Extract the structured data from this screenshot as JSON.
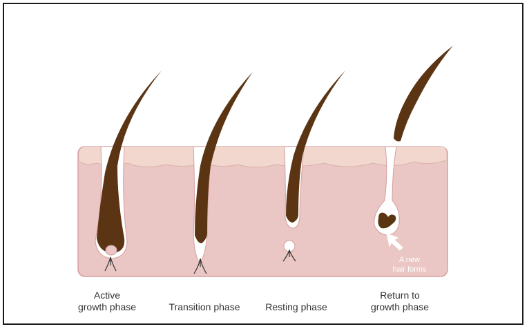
{
  "diagram": {
    "stages": [
      {
        "label": "Active\ngrowth phase"
      },
      {
        "label": "Transition phase"
      },
      {
        "label": "Resting phase"
      },
      {
        "label": "Return to\ngrowth phase"
      }
    ],
    "annotation": "A new\nhair forms"
  },
  "colors": {
    "skin": "#eac6c4",
    "skin_edge": "#d59f9f",
    "epidermis": "#f2d7cf",
    "hair": "#5a3413",
    "follicle": "#ffffff"
  }
}
